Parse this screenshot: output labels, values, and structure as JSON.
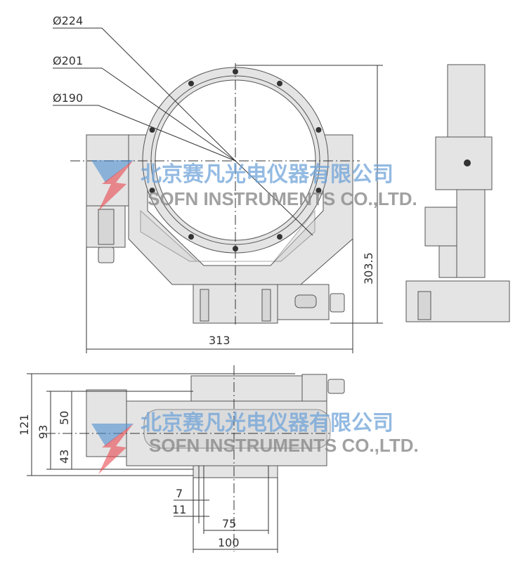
{
  "dimensions": {
    "dia_outer": "Ø224",
    "dia_mid": "Ø201",
    "dia_inner": "Ø190",
    "height_front": "303.5",
    "width_front": "313",
    "height_total": "121",
    "height_body": "93",
    "upper_offset": "50",
    "lower_offset": "43",
    "slot_width": "7",
    "slot_outer": "11",
    "hole_spacing": "75",
    "bracket_width": "100"
  },
  "watermark": {
    "company_cn": "北京赛凡光电仪器有限公司",
    "company_en": "SOFN INSTRUMENTS CO.,LTD.",
    "logo_colors": [
      "#e8484f",
      "#4f8fd0"
    ]
  },
  "colors": {
    "line": "#333333",
    "part_fill": "#e4e4e4"
  }
}
